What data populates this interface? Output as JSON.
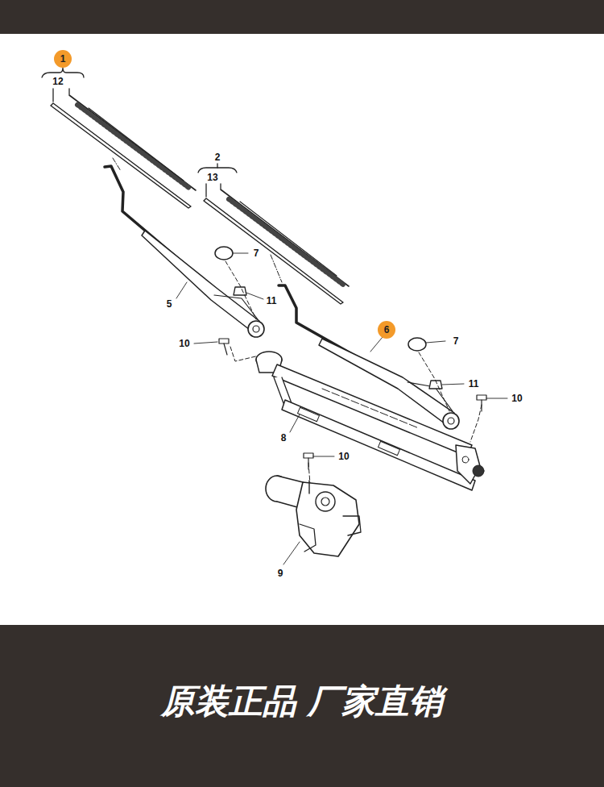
{
  "diagram": {
    "caption": "原装正品 厂家直销",
    "nodes": [
      {
        "text": [
          "1"
        ]
      },
      {
        "text": [
          "6"
        ]
      }
    ],
    "labels": [
      "12",
      "2",
      "13",
      "7",
      "11",
      "5",
      "10",
      "7",
      "11",
      "10",
      "8",
      "10",
      "9"
    ]
  }
}
